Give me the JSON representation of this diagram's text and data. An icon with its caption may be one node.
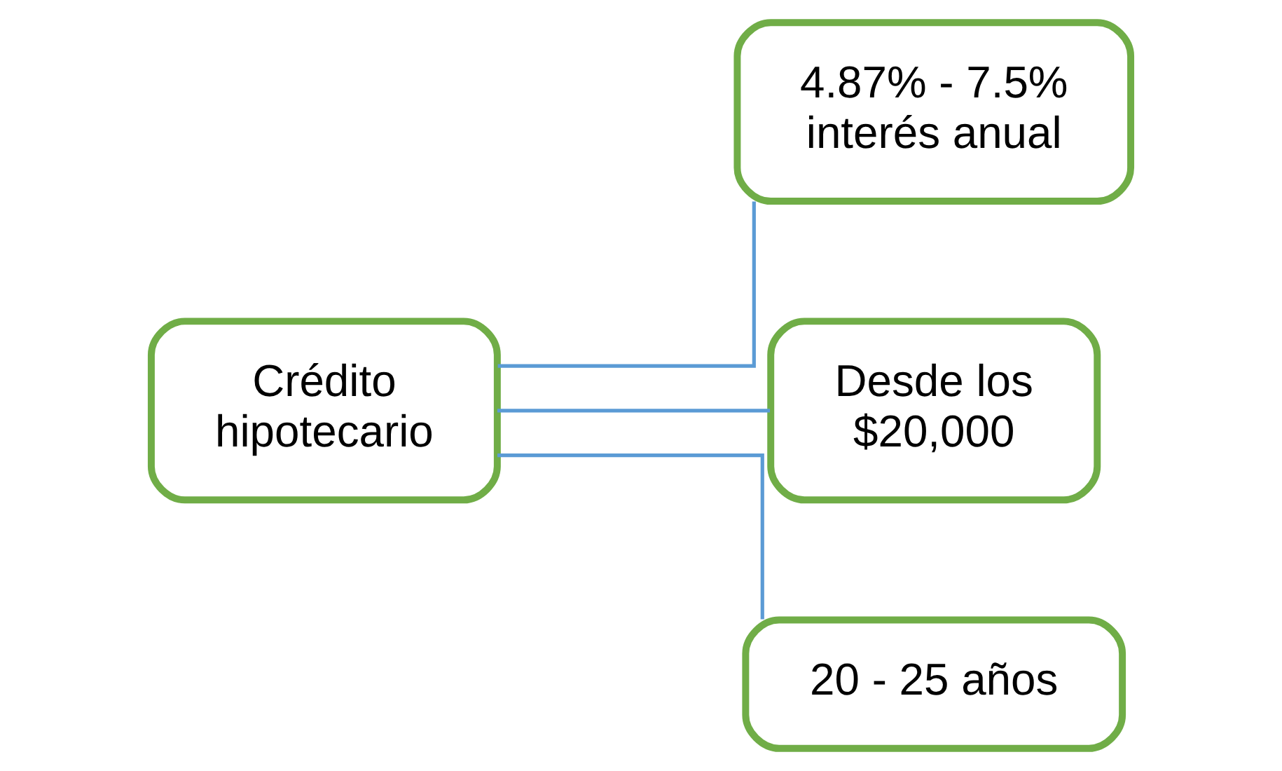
{
  "diagram": {
    "nodes": [
      {
        "text": [
          "4.87% - 7.5% interés anual"
        ]
      },
      {
        "text": [
          "Desde los $20,000"
        ]
      },
      {
        "text": [
          "Crédito hipotecario"
        ]
      },
      {
        "text": [
          "20 - 25 años"
        ]
      }
    ],
    "edges": [
      {
        "from": 2,
        "to": 0,
        "arrow": "none"
      },
      {
        "from": 2,
        "to": 1,
        "arrow": "none"
      },
      {
        "from": 2,
        "to": 3,
        "arrow": "none"
      }
    ]
  }
}
